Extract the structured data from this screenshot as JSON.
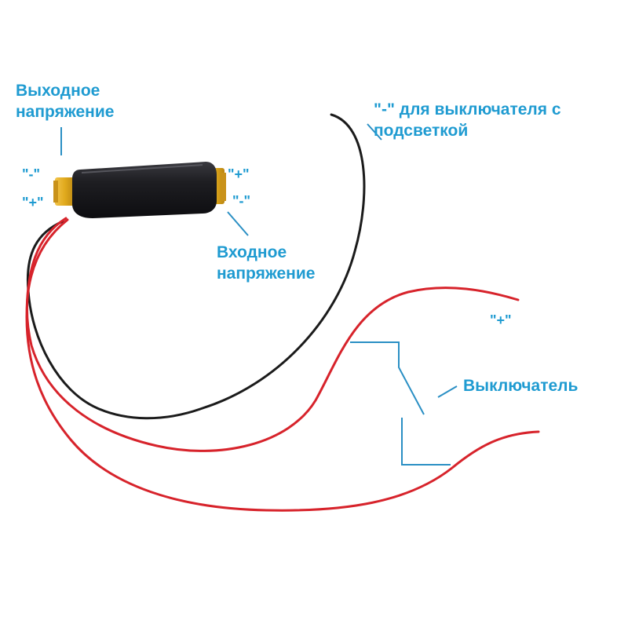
{
  "colors": {
    "label": "#1f9bd1",
    "leader_line": "#2a8fc4",
    "wire_black": "#1b1b1b",
    "wire_red": "#d7232b",
    "module_body": "#1e1e22",
    "terminal": "#e0a91c",
    "background": "#ffffff"
  },
  "labels": {
    "output_voltage": [
      "Выходное",
      "напряжение"
    ],
    "input_voltage": [
      "Входное",
      "напряжение"
    ],
    "minus_backlit_switch": [
      "\"-\" для выключателя с",
      "подсветкой"
    ],
    "switch": "Выключатель"
  },
  "polarity": {
    "left_minus": "\"-\"",
    "left_plus": "\"+\"",
    "right_plus": "\"+\"",
    "right_minus": "\"-\"",
    "switch_plus": "\"+\""
  }
}
